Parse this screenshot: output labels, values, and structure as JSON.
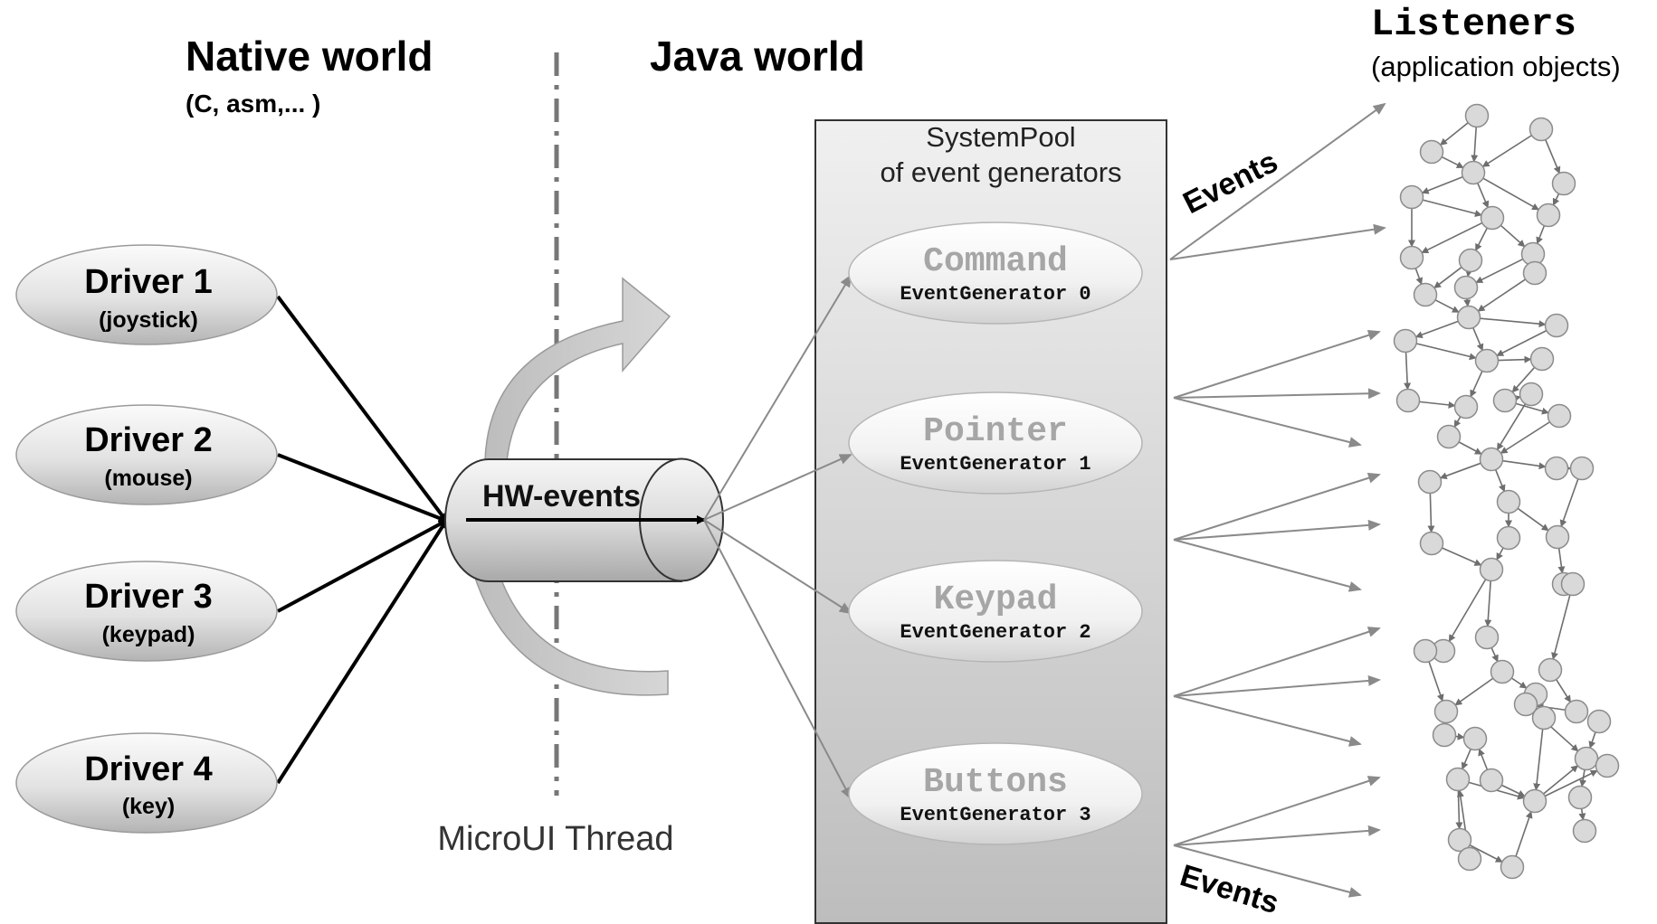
{
  "native_world": {
    "title": "Native world",
    "subtitle": "(C, asm,... )"
  },
  "java_world": {
    "title": "Java world"
  },
  "listeners": {
    "title": "Listeners",
    "subtitle": "(application objects)"
  },
  "thread_label": "MicroUI Thread",
  "pipe_label": "HW-events",
  "pool": {
    "line1": "SystemPool",
    "line2": "of event generators"
  },
  "events_label_top": "Events",
  "events_label_bottom": "Events",
  "drivers": [
    {
      "name": "Driver 1",
      "device": "(joystick)"
    },
    {
      "name": "Driver 2",
      "device": "(mouse)"
    },
    {
      "name": "Driver 3",
      "device": "(keypad)"
    },
    {
      "name": "Driver 4",
      "device": "(key)"
    }
  ],
  "generators": [
    {
      "name": "Command",
      "sub": "EventGenerator 0"
    },
    {
      "name": "Pointer",
      "sub": "EventGenerator 1"
    },
    {
      "name": "Keypad",
      "sub": "EventGenerator 2"
    },
    {
      "name": "Buttons",
      "sub": "EventGenerator 3"
    }
  ],
  "colors": {
    "ellipse_light": "#f4f4f4",
    "ellipse_dark": "#b9b9b9",
    "pool_fill": "#d8d8d8",
    "generator_text": "#a6a6a6",
    "node_fill": "#d9d9d9",
    "node_stroke": "#8c8c8c",
    "line_gray": "#8a8a8a"
  }
}
